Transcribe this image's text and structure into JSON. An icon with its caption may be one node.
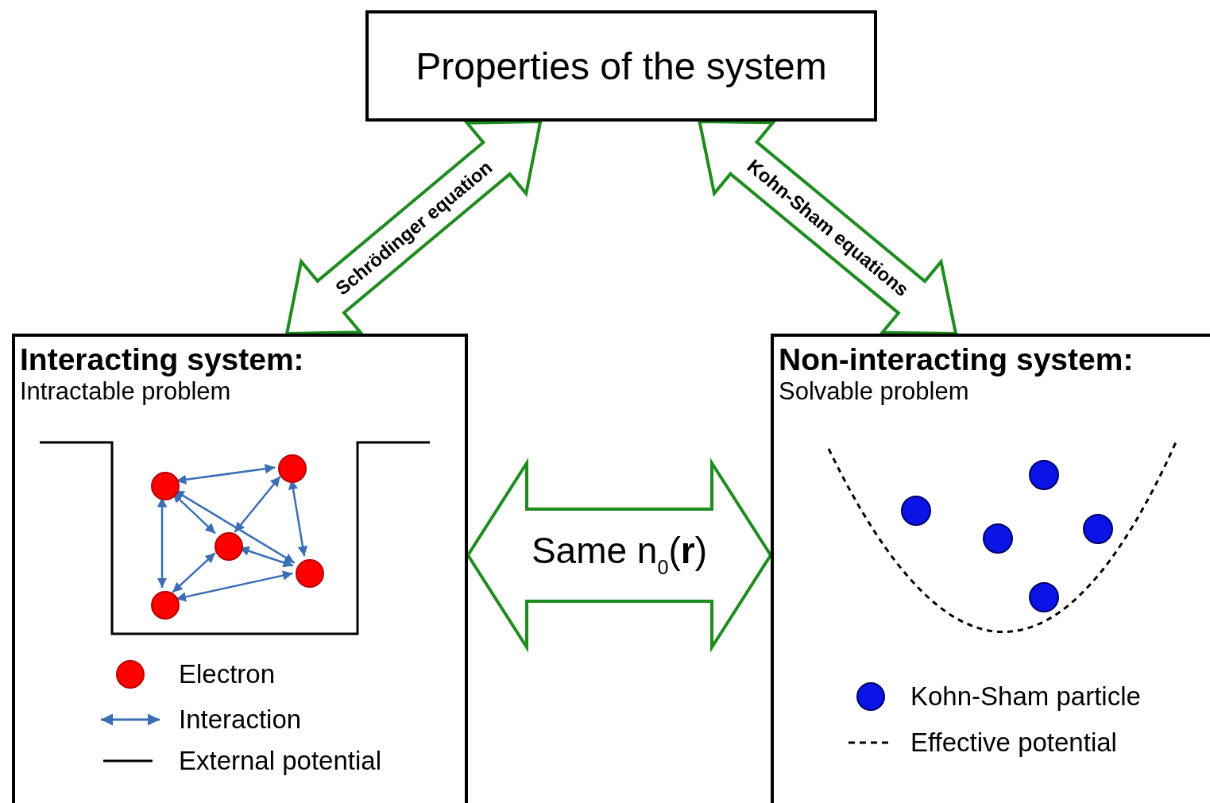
{
  "diagram": {
    "nodes": [
      {
        "text": [
          "Properties of the system"
        ]
      },
      {
        "text": [
          "Interacting system:",
          "Intractable problem"
        ]
      },
      {
        "text": [
          "Non-interacting system:",
          "Solvable problem"
        ]
      },
      {
        "text": [],
        "shape": "circle",
        "in": 1
      },
      {
        "text": [],
        "shape": "circle",
        "in": 1
      },
      {
        "text": [],
        "shape": "circle",
        "in": 1
      },
      {
        "text": [],
        "shape": "circle",
        "in": 1
      },
      {
        "text": [],
        "shape": "circle",
        "in": 1
      }
    ],
    "edges": [
      {
        "from": 0,
        "to": 1,
        "arrow": "both",
        "label": "Schrödinger equation",
        "style": "thick",
        "color": "#1e8c1e"
      },
      {
        "from": 0,
        "to": 2,
        "arrow": "both",
        "label": "Kohn-Sham equations",
        "style": "thick",
        "color": "#1e8c1e"
      },
      {
        "from": 1,
        "to": 2,
        "arrow": "both",
        "label": "Same n$_{0}$(**r**)",
        "style": "thick",
        "color": "#1e8c1e"
      },
      {
        "from": 3,
        "to": 4,
        "arrow": "both"
      },
      {
        "from": 3,
        "to": 5,
        "arrow": "both"
      },
      {
        "from": 3,
        "to": 6,
        "arrow": "both"
      },
      {
        "from": 4,
        "to": 5,
        "arrow": "both"
      },
      {
        "from": 4,
        "to": 6,
        "arrow": "both"
      },
      {
        "from": 3,
        "to": 7,
        "arrow": "both"
      },
      {
        "from": 5,
        "to": 7,
        "arrow": "both"
      },
      {
        "from": 5,
        "to": 6,
        "arrow": "both"
      },
      {
        "from": 7,
        "to": 6,
        "arrow": "both"
      }
    ],
    "legend": [
      {
        "text": "Electron"
      },
      {
        "text": "Interaction"
      },
      {
        "text": "External potential"
      },
      {
        "text": "Kohn-Sham particle"
      },
      {
        "text": "Effective potential"
      }
    ]
  }
}
